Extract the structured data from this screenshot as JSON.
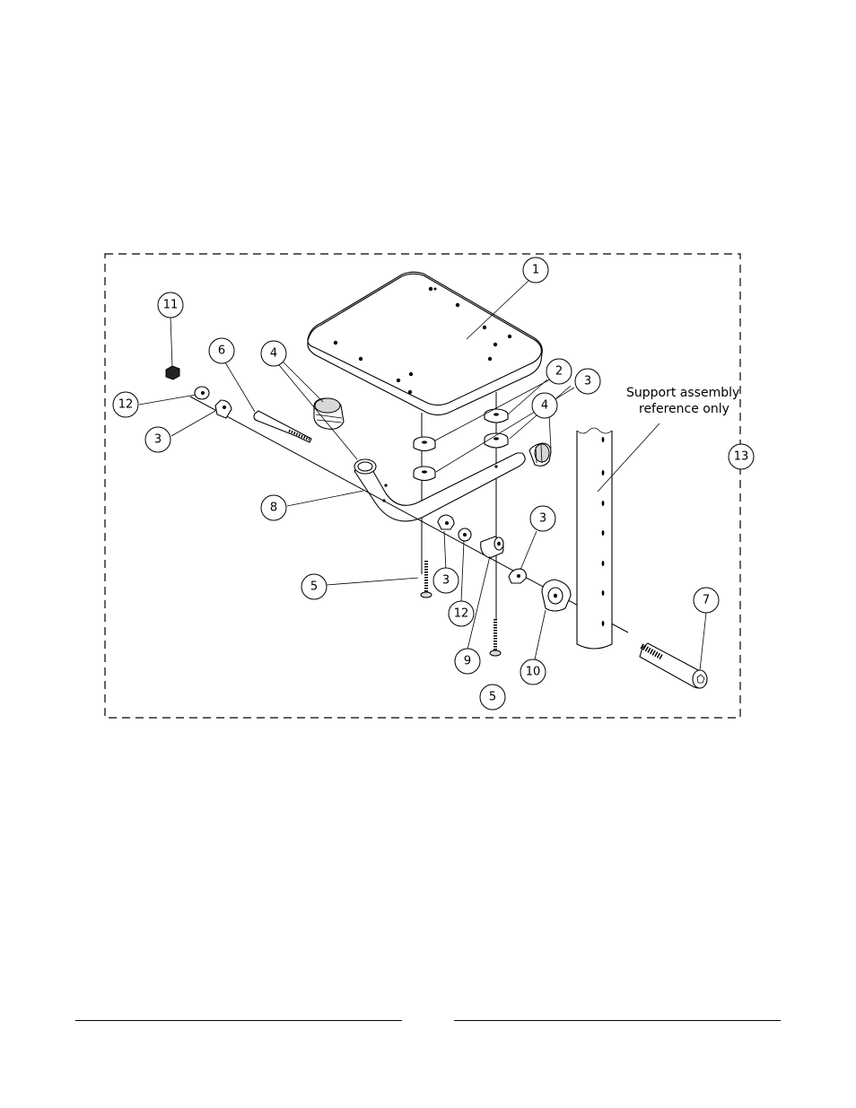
{
  "callouts": {
    "c1": "1",
    "c2": "2",
    "c3a": "3",
    "c3b": "3",
    "c3c": "3",
    "c3d": "3",
    "c4a": "4",
    "c4b": "4",
    "c5a": "5",
    "c5b": "5",
    "c6": "6",
    "c7": "7",
    "c8": "8",
    "c9": "9",
    "c10": "10",
    "c11": "11",
    "c12a": "12",
    "c12b": "12",
    "c13": "13"
  },
  "note": {
    "line1": "Support assembly",
    "line2": "reference only"
  }
}
